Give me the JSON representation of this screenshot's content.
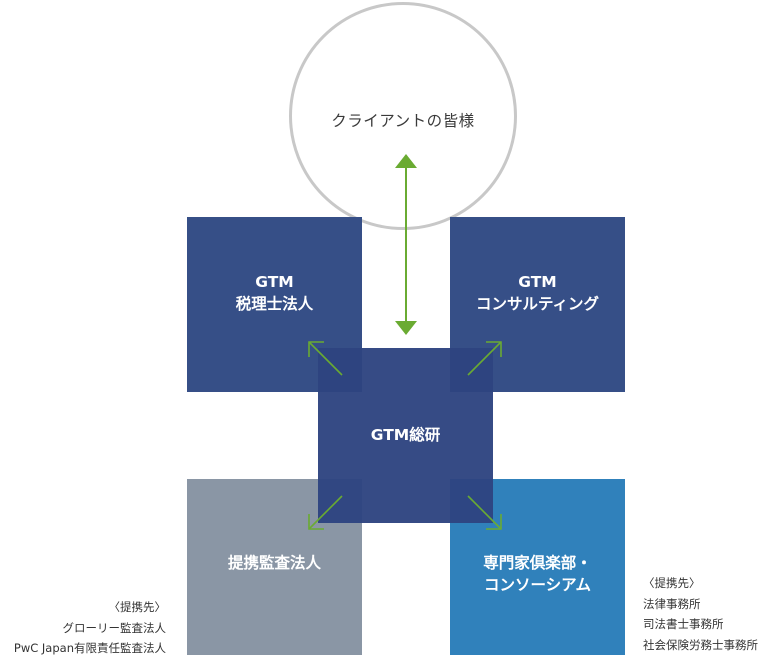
{
  "client": {
    "label": "クライアントの皆様"
  },
  "boxes": {
    "tax": {
      "line1": "GTM",
      "line2": "税理士法人"
    },
    "consulting": {
      "line1": "GTM",
      "line2": "コンサルティング"
    },
    "center": {
      "label": "GTM総研"
    },
    "audit": {
      "label": "提携監査法人"
    },
    "club": {
      "line1": "専門家倶楽部・",
      "line2": "コンソーシアム"
    }
  },
  "partners_left": {
    "heading": "〈提携先〉",
    "items": [
      "グローリー監査法人",
      "PwC Japan有限責任監査法人"
    ]
  },
  "partners_right": {
    "heading": "〈提携先〉",
    "items": [
      "法律事務所",
      "司法書士事務所",
      "社会保険労務士事務所"
    ]
  },
  "colors": {
    "navy": "#364f87",
    "center_navy": "#2e4480",
    "gray_blue": "#8a96a5",
    "blue": "#3081bb",
    "arrow_green": "#6aab32",
    "circle_border": "#c8c8c8"
  },
  "icons": {
    "vertical_arrow": "double-headed-arrow-icon",
    "diagonal_arrows": "diagonal-arrow-icon"
  }
}
